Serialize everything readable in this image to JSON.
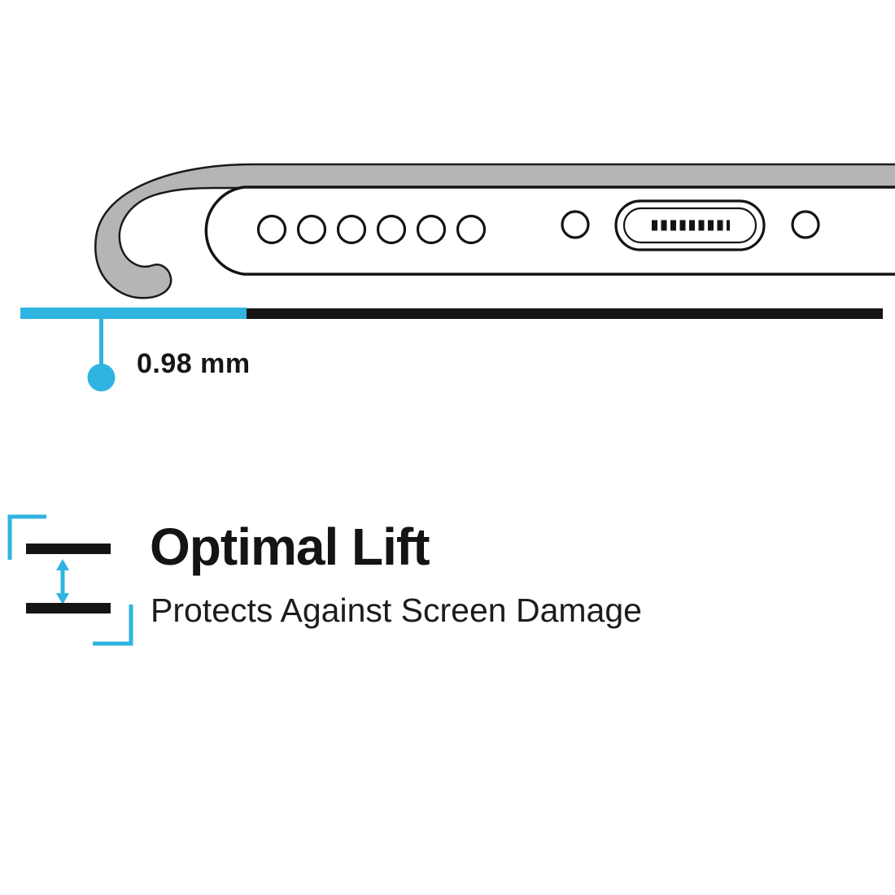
{
  "illustration": {
    "description": "side-view-of-phone-bottom-edge-inside-protective-case-raised-above-surface",
    "speaker_hole_count": 6,
    "measurement": {
      "label": "0.98 mm"
    }
  },
  "feature": {
    "title": "Optimal Lift",
    "subtitle": "Protects Against Screen Damage"
  },
  "colors": {
    "accent_cyan": "#2fb4e1",
    "ink_black": "#141414",
    "outline_black": "#1a1a1a",
    "case_gray": "#b5b5b5",
    "background": "#ffffff"
  }
}
